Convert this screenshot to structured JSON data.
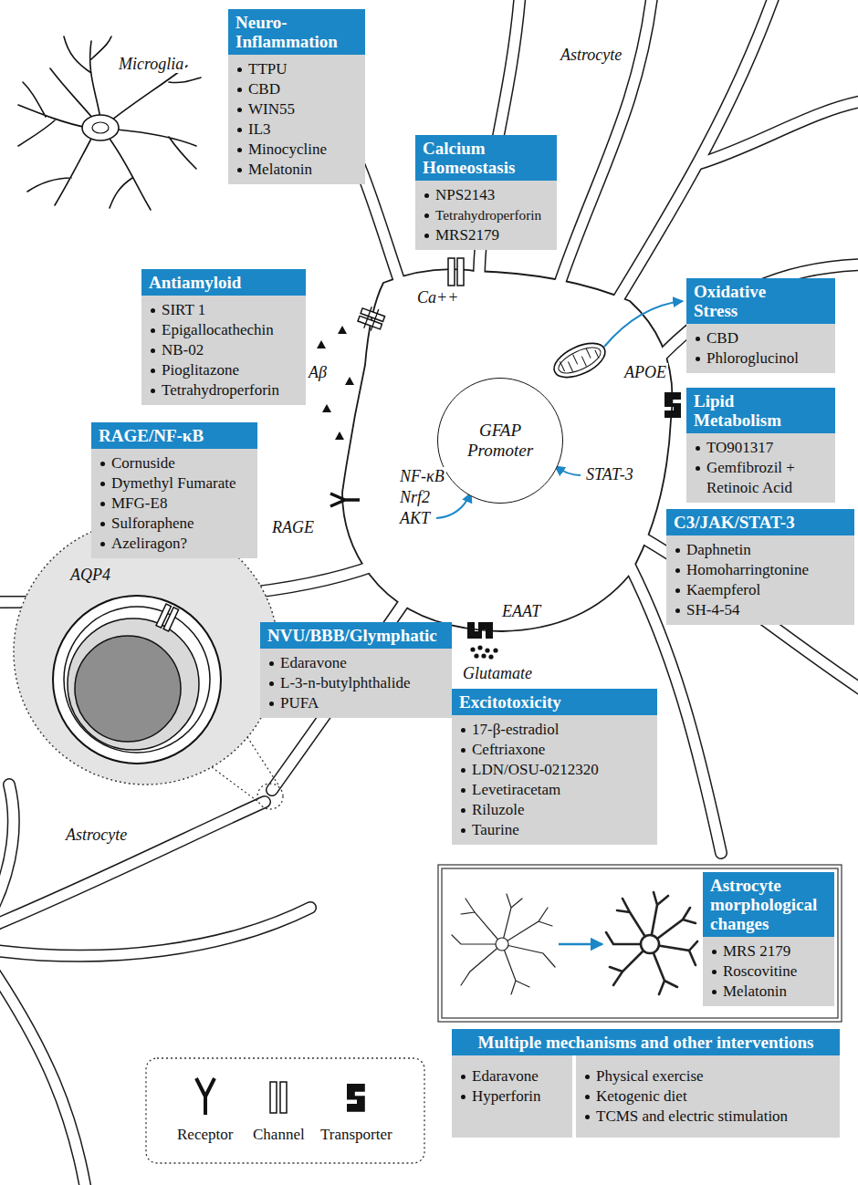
{
  "diagram": {
    "nodes": [
      {
        "text": [
          "Neuro-Inflammation",
          "TTPU",
          "CBD",
          "WIN55",
          "IL3",
          "Minocycline",
          "Melatonin"
        ]
      },
      {
        "text": [
          "Calcium Homeostasis",
          "NPS2143",
          "Tetrahydroperforin",
          "MRS2179"
        ]
      },
      {
        "text": [
          "Oxidative Stress",
          "CBD",
          "Phloroglucinol"
        ]
      },
      {
        "text": [
          "Antiamyloid",
          "SIRT 1",
          "Epigallocathechin",
          "NB-02",
          "Pioglitazone",
          "Tetrahydroperforin"
        ]
      },
      {
        "text": [
          "Lipid Metabolism",
          "TO901317",
          "Gemfibrozil + Retinoic Acid"
        ]
      },
      {
        "text": [
          "GFAP Promoter"
        ]
      },
      {
        "text": [
          "RAGE/NF-κB",
          "Cornuside",
          "Dymethyl Fumarate",
          "MFG-E8",
          "Sulforaphene",
          "Azeliragon?"
        ]
      },
      {
        "text": [
          "C3/JAK/STAT-3",
          "Daphnetin",
          "Homoharringtonine",
          "Kaempferol",
          "SH-4-54"
        ]
      },
      {
        "text": [
          "NVU/BBB/Glymphatic",
          "Edaravone",
          "L-3-n-butylphthalide",
          "PUFA"
        ]
      },
      {
        "text": [
          "Excitotoxicity",
          "17-β-estradiol",
          "Ceftriaxone",
          "LDN/OSU-0212320",
          "Levetiracetam",
          "Riluzole",
          "Taurine"
        ]
      },
      {
        "text": [
          "Astrocyte morphological changes",
          "MRS 2179",
          "Roscovitine",
          "Melatonin"
        ]
      },
      {
        "text": [
          "Multiple mechanisms and other interventions",
          "Edaravone",
          "Hyperforin",
          "Physical exercise",
          "Ketogenic diet",
          "TCMS and electric stimulation"
        ]
      }
    ],
    "labels": [
      "Microglia",
      "Astrocyte",
      "Aβ",
      "Ca++",
      "APOE",
      "NF-κB",
      "Nrf2",
      "AKT",
      "RAGE",
      "STAT-3",
      "EAAT",
      "Glutamate",
      "AQP4",
      "Astrocyte"
    ],
    "legend": [
      {
        "text": "Receptor"
      },
      {
        "text": "Channel"
      },
      {
        "text": "Transporter"
      }
    ]
  }
}
